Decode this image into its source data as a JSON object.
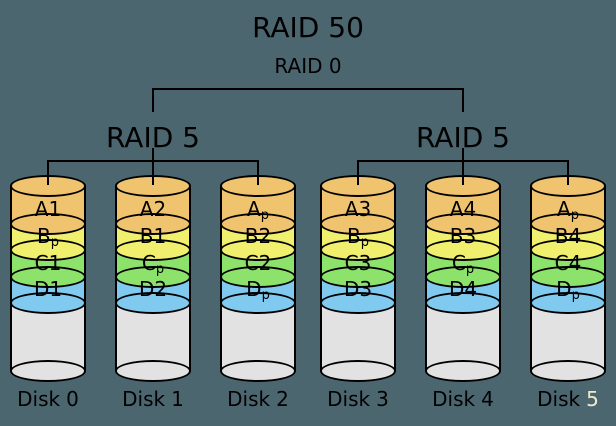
{
  "title": "RAID 50",
  "raid0": {
    "label": "RAID 0"
  },
  "groups": [
    {
      "label": "RAID 5",
      "disks": [
        {
          "label": "Disk",
          "number": "0",
          "number_color": "#000000",
          "blocks": [
            {
              "main": "A1",
              "sub": ""
            },
            {
              "main": "B",
              "sub": "p"
            },
            {
              "main": "C1",
              "sub": ""
            },
            {
              "main": "D1",
              "sub": ""
            }
          ]
        },
        {
          "label": "Disk",
          "number": "1",
          "number_color": "#000000",
          "blocks": [
            {
              "main": "A2",
              "sub": ""
            },
            {
              "main": "B1",
              "sub": ""
            },
            {
              "main": "C",
              "sub": "p"
            },
            {
              "main": "D2",
              "sub": ""
            }
          ]
        },
        {
          "label": "Disk",
          "number": "2",
          "number_color": "#000000",
          "blocks": [
            {
              "main": "A",
              "sub": "p"
            },
            {
              "main": "B2",
              "sub": ""
            },
            {
              "main": "C2",
              "sub": ""
            },
            {
              "main": "D",
              "sub": "p"
            }
          ]
        }
      ]
    },
    {
      "label": "RAID 5",
      "disks": [
        {
          "label": "Disk",
          "number": "3",
          "number_color": "#000000",
          "blocks": [
            {
              "main": "A3",
              "sub": ""
            },
            {
              "main": "B",
              "sub": "p"
            },
            {
              "main": "C3",
              "sub": ""
            },
            {
              "main": "D3",
              "sub": ""
            }
          ]
        },
        {
          "label": "Disk",
          "number": "4",
          "number_color": "#000000",
          "blocks": [
            {
              "main": "A4",
              "sub": ""
            },
            {
              "main": "B3",
              "sub": ""
            },
            {
              "main": "C",
              "sub": "p"
            },
            {
              "main": "D4",
              "sub": ""
            }
          ]
        },
        {
          "label": "Disk",
          "number": "5",
          "number_color": "#EFEBC9",
          "blocks": [
            {
              "main": "A",
              "sub": "p"
            },
            {
              "main": "B4",
              "sub": ""
            },
            {
              "main": "C4",
              "sub": ""
            },
            {
              "main": "D",
              "sub": "p"
            }
          ]
        }
      ]
    }
  ],
  "theme": {
    "background": "#4C6670",
    "outline": "#000000",
    "text": "#000000",
    "stripe_a": "#F0C46E",
    "stripe_b": "#F0F06E",
    "stripe_c": "#8DE26C",
    "stripe_d": "#80C9EF",
    "disk_body": "#E2E2E2"
  }
}
